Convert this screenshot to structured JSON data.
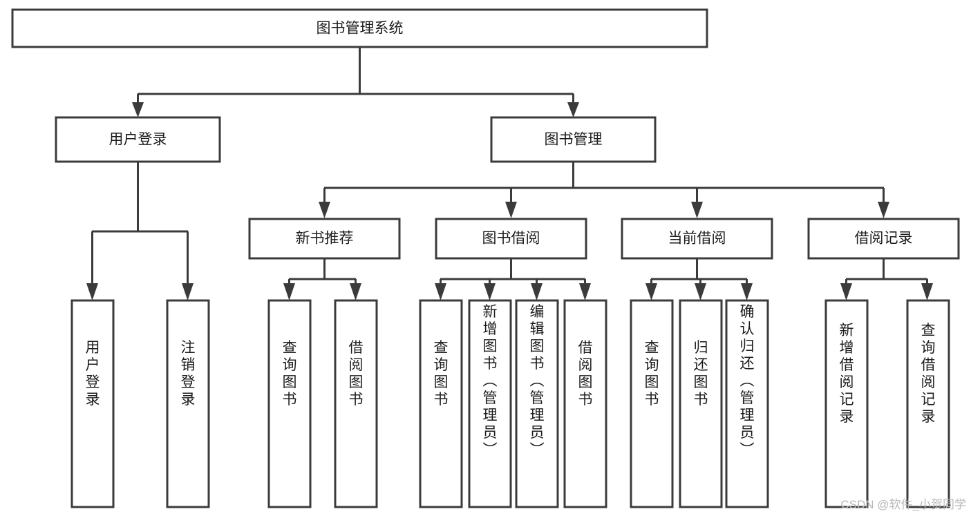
{
  "diagram": {
    "title": "图书管理系统",
    "type": "tree-hierarchy-chart",
    "root": {
      "label": "图书管理系统"
    },
    "level1": [
      {
        "label": "用户登录"
      },
      {
        "label": "图书管理"
      }
    ],
    "level2": [
      {
        "label": "新书推荐"
      },
      {
        "label": "图书借阅"
      },
      {
        "label": "当前借阅"
      },
      {
        "label": "借阅记录"
      }
    ],
    "leaves": {
      "user_login": [
        {
          "label": "用户登录"
        },
        {
          "label": "注销登录"
        }
      ],
      "new_book_recommend": [
        {
          "label": "查询图书"
        },
        {
          "label": "借阅图书"
        }
      ],
      "book_borrow": [
        {
          "label": "查询图书"
        },
        {
          "label": "新增图书（管理员）"
        },
        {
          "label": "编辑图书（管理员）"
        },
        {
          "label": "借阅图书"
        }
      ],
      "current_borrow": [
        {
          "label": "查询图书"
        },
        {
          "label": "归还图书"
        },
        {
          "label": "确认归还（管理员）"
        }
      ],
      "borrow_record": [
        {
          "label": "新增借阅记录"
        },
        {
          "label": "查询借阅记录"
        }
      ]
    },
    "watermark": "CSDN @软件_小贺同学",
    "colors": {
      "stroke": "#3b3b3b",
      "fill": "#ffffff",
      "text": "#1c1c1c",
      "watermark": "#b9b9b9"
    }
  }
}
